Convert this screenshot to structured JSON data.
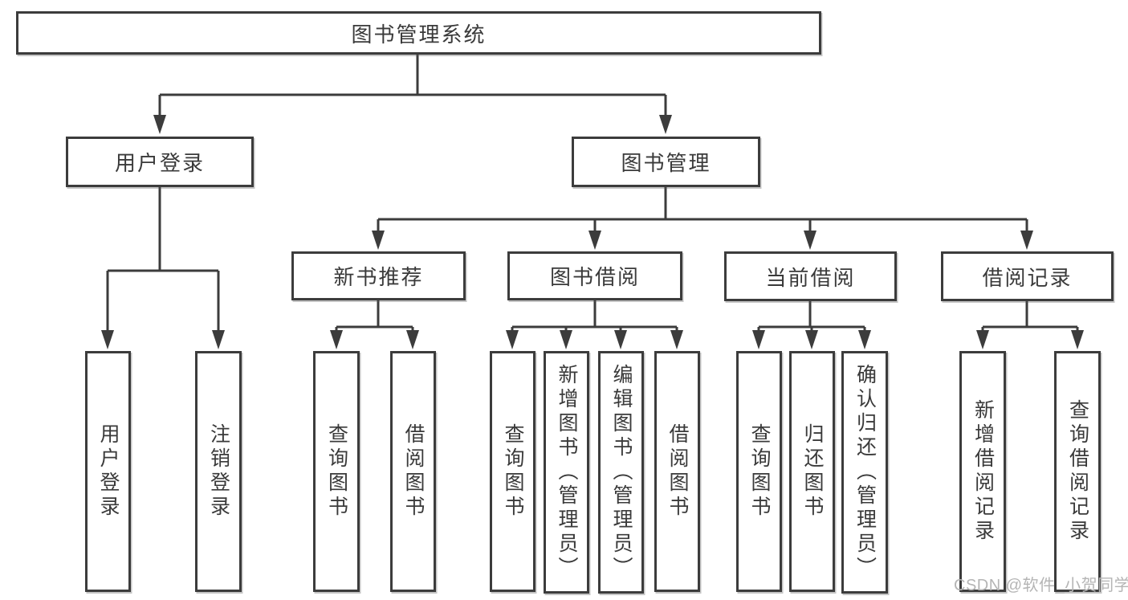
{
  "colors": {
    "line": "#3c3c3c",
    "text": "#3a3a3a",
    "background": "#ffffff",
    "watermark": "#b5b5b5"
  },
  "watermark": "CSDN @软件_小贺同学",
  "tree": {
    "root": "图书管理系统",
    "user_login": {
      "label": "用户登录",
      "children": [
        "用户登录",
        "注销登录"
      ]
    },
    "book_management": {
      "label": "图书管理",
      "new_book_recommend": {
        "label": "新书推荐",
        "children": [
          "查询图书",
          "借阅图书"
        ]
      },
      "book_borrowing": {
        "label": "图书借阅",
        "children": [
          "查询图书",
          "新增图书（管理员）",
          "编辑图书（管理员）",
          "借阅图书"
        ]
      },
      "current_borrowing": {
        "label": "当前借阅",
        "children": [
          "查询图书",
          "归还图书",
          "确认归还（管理员）"
        ]
      },
      "borrowing_records": {
        "label": "借阅记录",
        "children": [
          "新增借阅记录",
          "查询借阅记录"
        ]
      }
    }
  }
}
